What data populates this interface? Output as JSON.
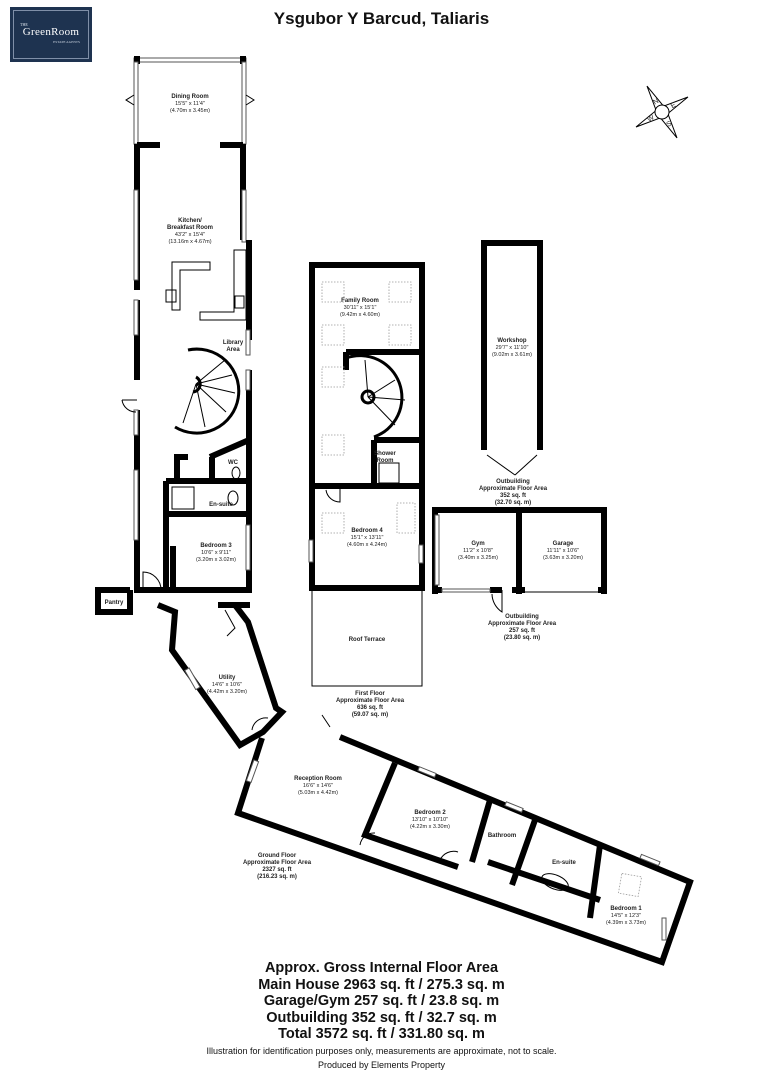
{
  "logo": {
    "the": "THE",
    "name": "GreenRoom",
    "sub": "ESTATE AGENTS",
    "color": "#1e3350"
  },
  "title": "Ysgubor Y Barcud, Taliaris",
  "compass": {
    "letters": [
      "N",
      "E",
      "S",
      "W"
    ]
  },
  "rooms": {
    "dining": {
      "name": "Dining Room",
      "imp": "15'5\" x 11'4\"",
      "met": "(4.70m x 3.45m)"
    },
    "kitchen": {
      "name1": "Kitchen/",
      "name2": "Breakfast Room",
      "imp": "43'2\" x 15'4\"",
      "met": "(13.16m x 4.67m)"
    },
    "library": {
      "name1": "Library",
      "name2": "Area"
    },
    "wc": {
      "name": "WC"
    },
    "ensuite3": {
      "name": "En-suite"
    },
    "bedroom3": {
      "name": "Bedroom 3",
      "imp": "10'6\" x 9'11\"",
      "met": "(3.20m x 3.02m)"
    },
    "pantry": {
      "name": "Pantry"
    },
    "utility": {
      "name": "Utility",
      "imp": "14'6\" x 10'6\"",
      "met": "(4.42m x 3.20m)"
    },
    "family": {
      "name": "Family Room",
      "imp": "30'11\" x 15'1\"",
      "met": "(9.42m x 4.60m)"
    },
    "shower": {
      "name1": "Shower",
      "name2": "Room"
    },
    "bedroom4": {
      "name": "Bedroom 4",
      "imp": "15'1\" x 13'11\"",
      "met": "(4.60m x 4.24m)"
    },
    "terrace": {
      "name": "Roof Terrace"
    },
    "workshop": {
      "name": "Workshop",
      "imp": "29'7\" x 11'10\"",
      "met": "(9.02m x 3.61m)"
    },
    "gym": {
      "name": "Gym",
      "imp": "11'2\" x 10'8\"",
      "met": "(3.40m x 3.25m)"
    },
    "garage": {
      "name": "Garage",
      "imp": "11'11\" x 10'6\"",
      "met": "(3.63m x 3.20m)"
    },
    "reception": {
      "name": "Reception Room",
      "imp": "16'6\" x 14'6\"",
      "met": "(5.03m x 4.42m)"
    },
    "bedroom2": {
      "name": "Bedroom 2",
      "imp": "13'10\" x 10'10\"",
      "met": "(4.22m x 3.30m)"
    },
    "bathroom": {
      "name": "Bathroom"
    },
    "ensuite1": {
      "name": "En-suite"
    },
    "bedroom1": {
      "name": "Bedroom 1",
      "imp": "14'5\" x 12'3\"",
      "met": "(4.39m x 3.73m)"
    }
  },
  "areas": {
    "outbuilding_workshop": {
      "l1": "Outbuilding",
      "l2": "Approximate Floor Area",
      "l3": "352 sq. ft",
      "l4": "(32.70 sq. m)"
    },
    "outbuilding_gym": {
      "l1": "Outbuilding",
      "l2": "Approximate Floor Area",
      "l3": "257 sq. ft",
      "l4": "(23.80 sq. m)"
    },
    "first_floor": {
      "l1": "First Floor",
      "l2": "Approximate Floor Area",
      "l3": "636 sq. ft",
      "l4": "(59.07 sq. m)"
    },
    "ground_floor": {
      "l1": "Ground Floor",
      "l2": "Approximate Floor Area",
      "l3": "2327 sq. ft",
      "l4": "(216.23 sq. m)"
    }
  },
  "summary": {
    "heading": "Approx. Gross Internal Floor Area",
    "lines": [
      "Main House  2963 sq. ft / 275.3 sq. m",
      "Garage/Gym  257 sq. ft / 23.8 sq. m",
      "Outbuilding  352 sq. ft / 32.7 sq. m",
      "Total  3572 sq. ft / 331.80 sq. m"
    ],
    "disclaimer": "Illustration for identification purposes only, measurements are approximate, not to scale.",
    "produced_by": "Produced by Elements Property"
  }
}
